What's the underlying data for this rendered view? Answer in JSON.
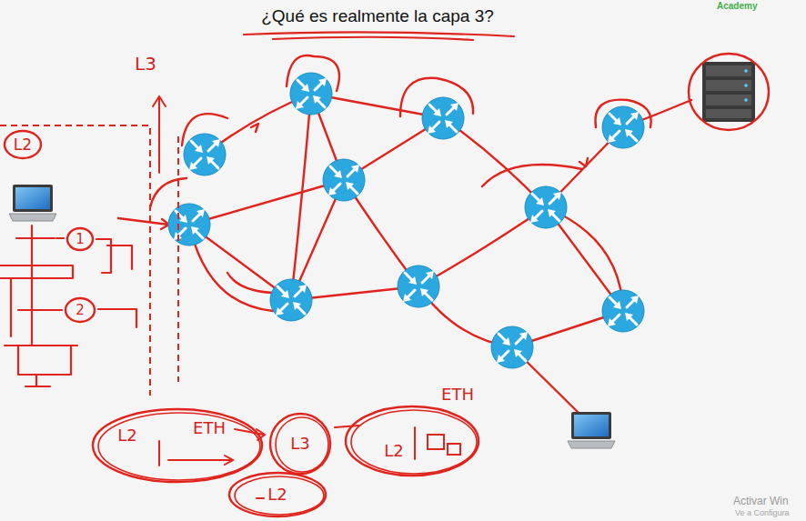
{
  "diagram": {
    "title": "¿Qué es realmente la capa 3?",
    "nodes": [
      {
        "text": [
          "L2"
        ]
      },
      {
        "text": [
          "1"
        ]
      },
      {
        "text": [
          "2"
        ]
      },
      {
        "text": [
          "L2",
          "ETH"
        ]
      },
      {
        "text": [
          "L3"
        ]
      },
      {
        "text": [
          "ETH",
          "L2"
        ]
      },
      {
        "text": [
          "L2"
        ]
      }
    ],
    "labels": [
      "L3",
      "Academy",
      "Activar Win",
      "Ve a Configura"
    ]
  }
}
